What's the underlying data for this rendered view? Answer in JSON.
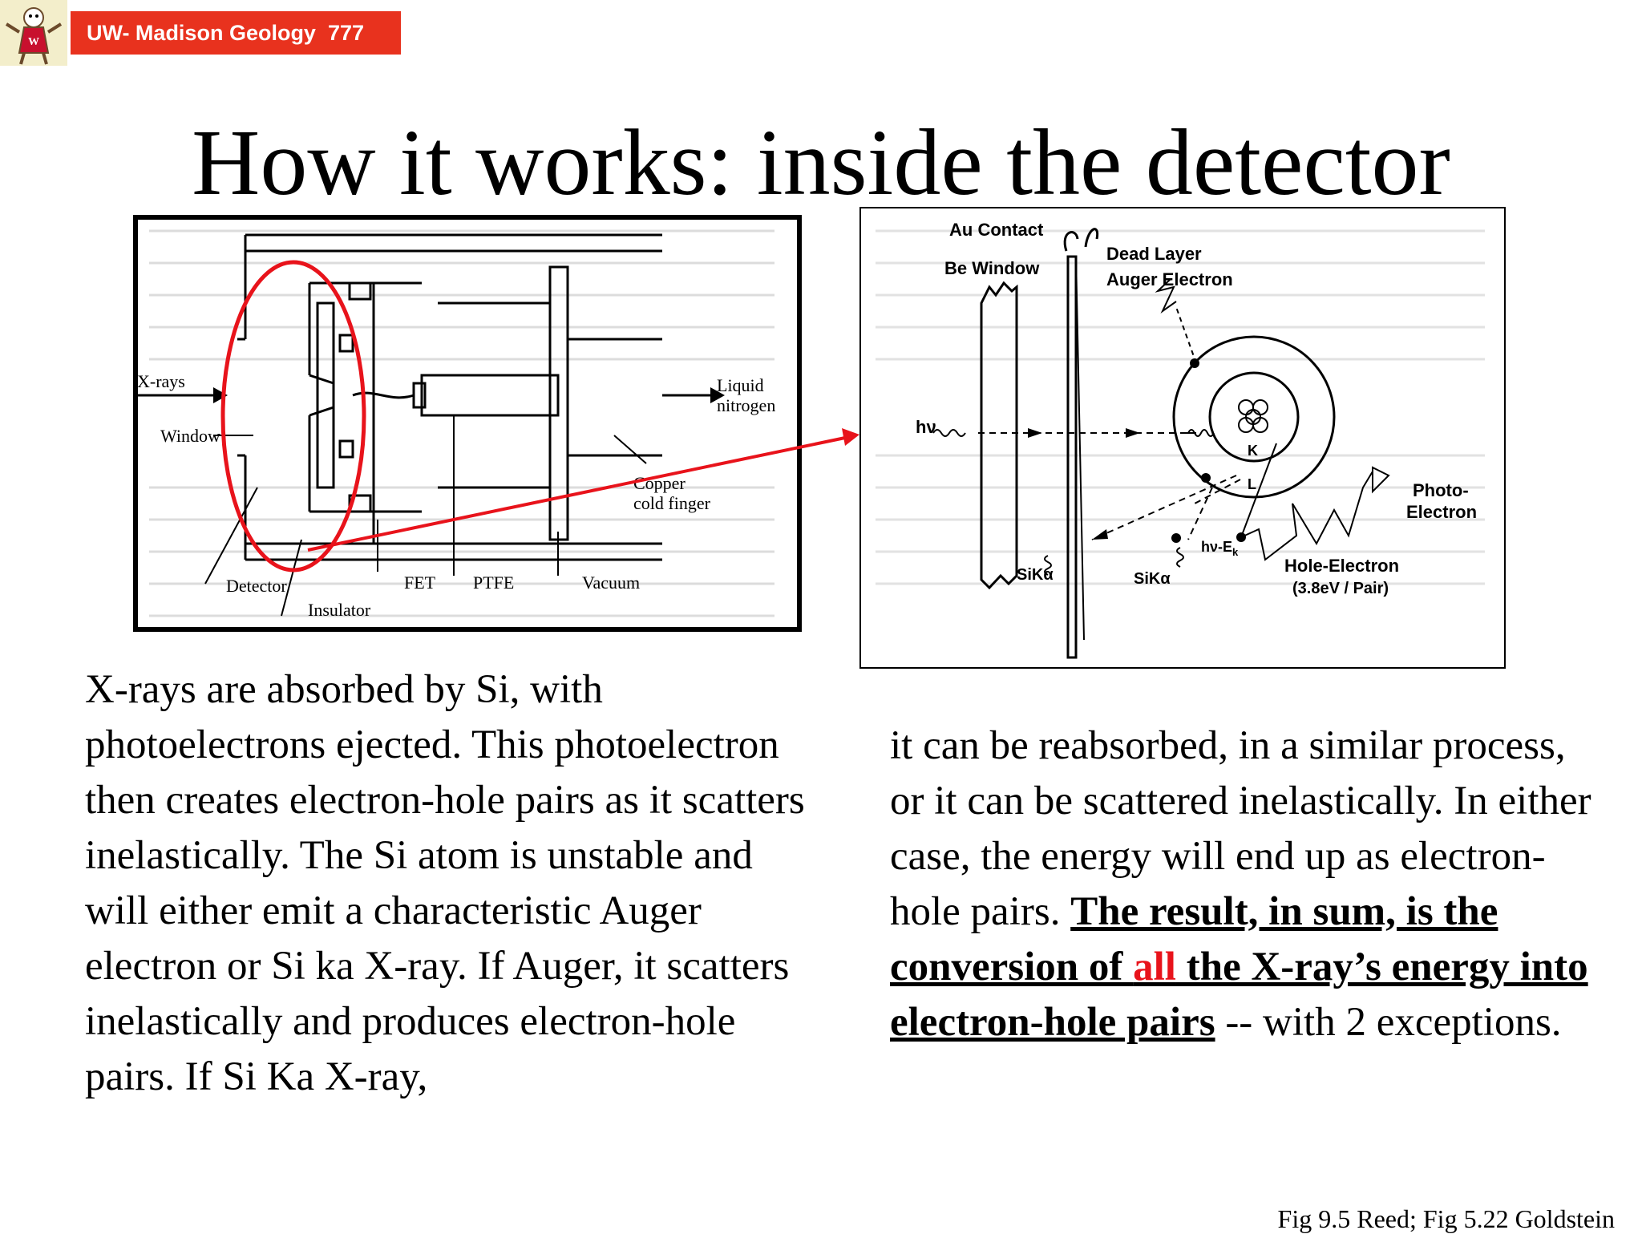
{
  "header": {
    "course": "UW- Madison Geology  777",
    "logo_icon": "badger-mascot-icon"
  },
  "title": "How it works: inside the detector",
  "left_figure": {
    "labels": {
      "xrays": "X-rays",
      "window": "Window",
      "liquid": "Liquid",
      "nitrogen": "nitrogen",
      "copper": "Copper",
      "cold_finger": "cold finger",
      "detector": "Detector",
      "insulator": "Insulator",
      "fet": "FET",
      "ptfe": "PTFE",
      "vacuum": "Vacuum"
    }
  },
  "right_figure": {
    "labels": {
      "au_contact": "Au Contact",
      "be_window": "Be Window",
      "dead_layer": "Dead Layer",
      "auger_electron": "Auger Electron",
      "hv": "hν",
      "k": "K",
      "l": "L",
      "photo": "Photo-",
      "electron": "Electron",
      "sika1": "SiKα",
      "sika2": "SiKα",
      "hv_ek": "hν-E",
      "hv_ek_sub": "k",
      "hole_electron": "Hole-Electron",
      "pair_energy": "(3.8eV / Pair)"
    }
  },
  "text_left": "X-rays are absorbed by Si, with photoelectrons ejected. This photoelectron then creates electron-hole pairs as it scatters inelastically. The Si atom is unstable and will either emit a characteristic Auger electron or Si ka X-ray. If Auger, it scatters inelastically and produces electron-hole pairs. If Si Ka X-ray,",
  "text_right": {
    "intro": "it can be reabsorbed, in a similar process, or it can be scattered inelastically. In either case, the energy will end up as electron-hole pairs. ",
    "bold_a": "The result, in sum, is the conversion of ",
    "bold_red": "all",
    "bold_b": " the X-ray’s energy into electron-hole pairs",
    "outro": " -- with 2 exceptions."
  },
  "caption": "Fig 9.5 Reed; Fig 5.22 Goldstein",
  "colors": {
    "accent_red": "#e8131b",
    "badge": "#e8321e"
  }
}
